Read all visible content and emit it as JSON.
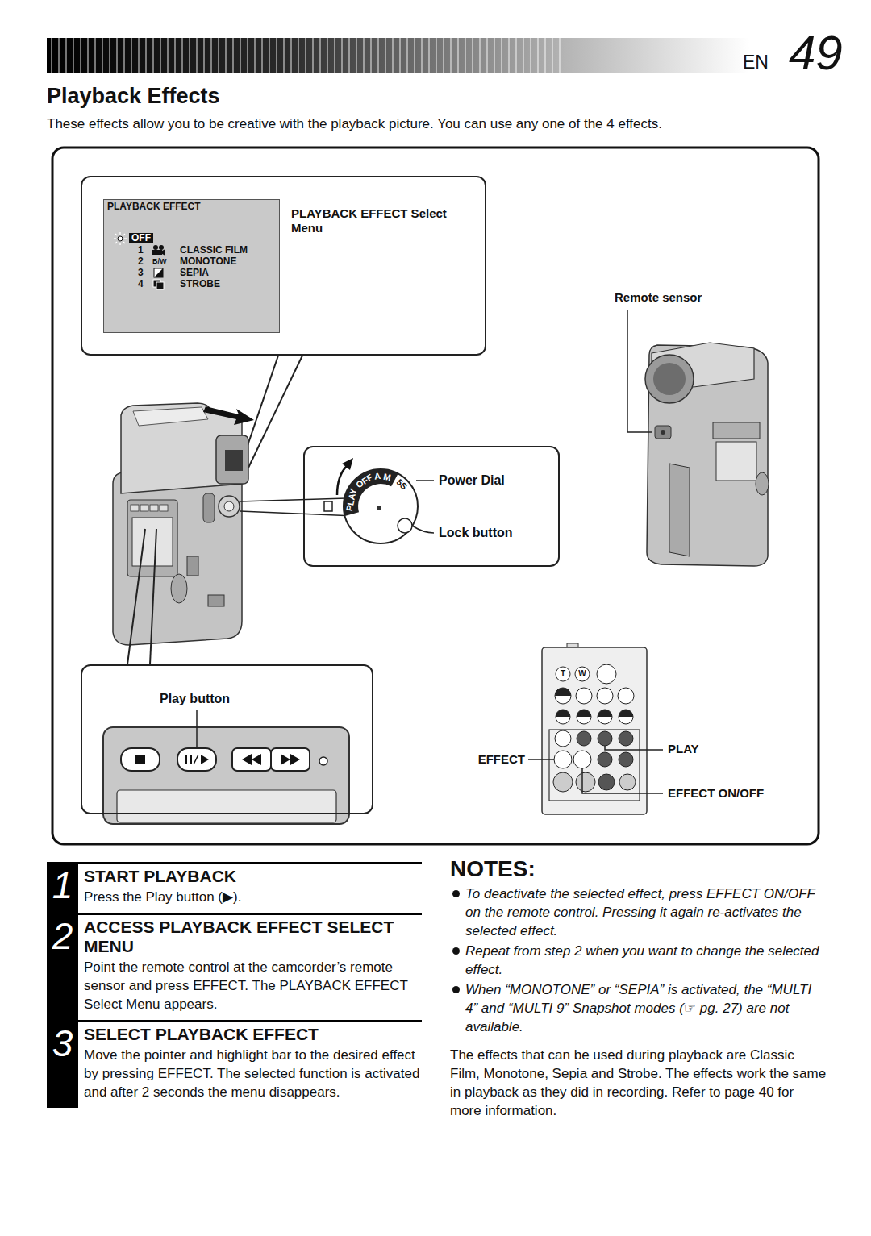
{
  "diagram": {
    "title": "Playback Effects",
    "nodes": [
      {
        "text": [
          "PLAYBACK EFFECT Select Menu"
        ]
      },
      {
        "text": [
          "PLAYBACK EFFECT",
          "OFF",
          "1",
          "CLASSIC FILM",
          "2",
          "B/W",
          "MONOTONE",
          "3",
          "SEPIA",
          "4",
          "STROBE"
        ],
        "in": 0
      },
      {
        "text": [
          "Power Dial",
          "Lock button"
        ]
      },
      {
        "text": [
          "Play button"
        ]
      },
      {
        "text": [
          "1",
          "START PLAYBACK",
          "Press the Play button (▶)."
        ]
      },
      {
        "text": [
          "2",
          "ACCESS PLAYBACK EFFECT SELECT MENU",
          "Point the remote control at the camcorder’s remote sensor and press EFFECT. The PLAYBACK EFFECT Select Menu appears."
        ]
      },
      {
        "text": [
          "3",
          "SELECT PLAYBACK EFFECT",
          "Move the pointer and highlight bar to the desired effect by pressing EFFECT. The selected function is activated and after 2 seconds the menu disappears."
        ]
      }
    ],
    "labels": [
      "EN",
      "49",
      "These effects allow you to be creative with the playback picture. You can use any one of the 4 effects.",
      "Remote sensor",
      "PLAY",
      "OFF",
      "A",
      "M",
      "5S",
      "T",
      "W",
      "EFFECT",
      "PLAY",
      "EFFECT ON/OFF",
      "NOTES:",
      "To deactivate the selected effect, press EFFECT ON/OFF on the remote control. Pressing it again re-activates the selected effect.",
      "Repeat from step 2 when you want to change the selected effect.",
      "When “MONOTONE” or “SEPIA” is activated, the “MULTI 4” and “MULTI 9” Snapshot modes (☞ pg. 27) are not available.",
      "The effects that can be used during playback are Classic Film, Monotone, Sepia and Strobe. The effects work the same in playback as they did in recording. Refer to page 40 for more information."
    ]
  }
}
